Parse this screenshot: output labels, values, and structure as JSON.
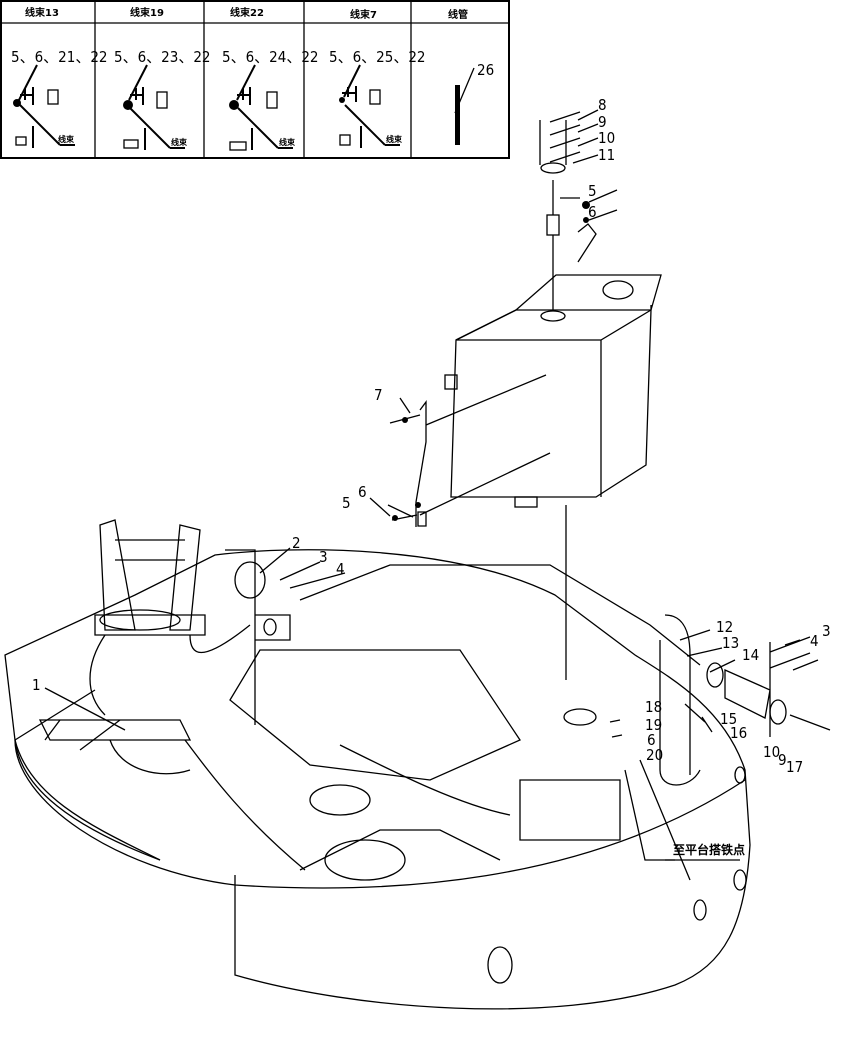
{
  "table": {
    "headers": [
      "线束13",
      "线束19",
      "线束22",
      "线束7",
      "线管"
    ],
    "cells": [
      "5、6、21、22",
      "5、6、23、22",
      "5、6、24、22",
      "5、6、25、22",
      "26"
    ],
    "wire_label": "线束"
  },
  "callouts": {
    "c1": "1",
    "c2": "2",
    "c3": "3",
    "c4": "4",
    "c5a": "5",
    "c6a": "6",
    "c5b": "5",
    "c6b": "6",
    "c7": "7",
    "c8": "8",
    "c9": "9",
    "c10": "10",
    "c11": "11",
    "c12": "12",
    "c13": "13",
    "c14": "14",
    "c15": "15",
    "c16": "16",
    "c3b": "3",
    "c4b": "4",
    "c10b": "10",
    "c9b": "9",
    "c17": "17",
    "c18": "18",
    "c19": "19",
    "c6c": "6",
    "c20": "20"
  },
  "ground_note": "至平台搭铁点"
}
